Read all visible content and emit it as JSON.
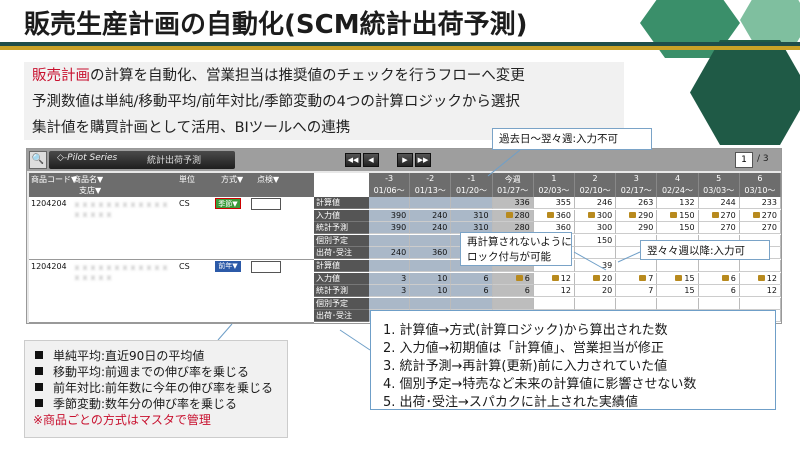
{
  "slide": {
    "title": "販売生産計画の自動化(SCM統計出荷予測)"
  },
  "intro": {
    "line1_red": "販売計画",
    "line1_rest": "の計算を自動化、営業担当は推奨値のチェックを行うフローへ変更",
    "line2": "予測数値は単純/移動平均/前年対比/季節変動の4つの計算ロジックから選択",
    "line3": "集計値を購買計画として活用、BIツールへの連携"
  },
  "colors": {
    "accent_red": "#c8102e",
    "stripe_dark": "#1f4e4a",
    "stripe_gold": "#c9a227",
    "hex_green": "#3a8f6a",
    "hex_dark": "#1f5a46",
    "callout_border": "#7aa3c7"
  },
  "app": {
    "brand": "◇-Pilot Series",
    "tab": "統計出荷予測",
    "page": "1",
    "page_total": "/ 3",
    "icons": {
      "search": "search-icon",
      "first": "first-page-icon",
      "prev": "prev-page-icon",
      "next": "next-page-icon",
      "last": "last-page-icon"
    },
    "headers": {
      "code": "商品コード▼",
      "name": "商品名▼",
      "branch": "支店▼",
      "unit": "単位",
      "method": "方式▼",
      "points": "点検▼"
    },
    "weeks": [
      {
        "offset": "-3",
        "date": "01/06〜"
      },
      {
        "offset": "-2",
        "date": "01/13〜"
      },
      {
        "offset": "-1",
        "date": "01/20〜"
      },
      {
        "offset": "今週",
        "date": "01/27〜"
      },
      {
        "offset": "1",
        "date": "02/03〜"
      },
      {
        "offset": "2",
        "date": "02/10〜"
      },
      {
        "offset": "3",
        "date": "02/17〜"
      },
      {
        "offset": "4",
        "date": "02/24〜"
      },
      {
        "offset": "5",
        "date": "03/03〜"
      },
      {
        "offset": "6",
        "date": "03/10〜"
      }
    ],
    "products": [
      {
        "code": "1204204",
        "name": "ｘｘｘｘｘｘｘｘｘｘｘｘ",
        "sub": "ｘｘｘｘｘ",
        "unit": "CS",
        "method": "季節▼",
        "rows": [
          {
            "label": "計算値",
            "values": [
              "",
              "",
              "",
              "336",
              "355",
              "246",
              "263",
              "132",
              "244",
              "233"
            ]
          },
          {
            "label": "入力値",
            "values": [
              "390",
              "240",
              "310",
              "280",
              "360",
              "300",
              "290",
              "150",
              "270",
              "270"
            ]
          },
          {
            "label": "統計予測",
            "values": [
              "390",
              "240",
              "310",
              "280",
              "360",
              "300",
              "290",
              "150",
              "270",
              "270"
            ]
          },
          {
            "label": "個別予定",
            "values": [
              "",
              "",
              "",
              "",
              "",
              "150",
              "",
              "",
              "",
              ""
            ]
          },
          {
            "label": "出荷･受注",
            "values": [
              "240",
              "360",
              "",
              "",
              "",
              "",
              "",
              "",
              "",
              ""
            ]
          }
        ]
      },
      {
        "code": "1204204",
        "name": "ｘｘｘｘｘｘｘｘｘｘｘｘ",
        "sub": "ｘｘｘｘｘ",
        "unit": "CS",
        "method": "前年▼",
        "rows": [
          {
            "label": "計算値",
            "values": [
              "",
              "",
              "",
              "",
              "",
              "39",
              "",
              "",
              "",
              ""
            ]
          },
          {
            "label": "入力値",
            "values": [
              "3",
              "10",
              "6",
              "6",
              "12",
              "20",
              "7",
              "15",
              "6",
              "12"
            ]
          },
          {
            "label": "統計予測",
            "values": [
              "3",
              "10",
              "6",
              "6",
              "12",
              "20",
              "7",
              "15",
              "6",
              "12"
            ]
          },
          {
            "label": "個別予定",
            "values": [
              "",
              "",
              "",
              "",
              "",
              "",
              "",
              "",
              "",
              ""
            ]
          },
          {
            "label": "出荷･受注",
            "values": [
              "",
              "",
              "",
              "",
              "",
              "",
              "",
              "",
              "",
              ""
            ]
          }
        ]
      }
    ]
  },
  "callouts": {
    "past": "過去日〜翌々週:入力不可",
    "lock_line1": "再計算されないように",
    "lock_line2": "ロック付与が可能",
    "future": "翌々々週以降:入力可"
  },
  "numbered": [
    "1. 計算値→方式(計算ロジック)から算出された数",
    "2. 入力値→初期値は「計算値」、営業担当が修正",
    "3. 統計予測→再計算(更新)前に入力されていた値",
    "4. 個別予定→特売など未来の計算値に影響させない数",
    "5. 出荷･受注→スパカクに計上された実績値"
  ],
  "legend": {
    "items": [
      "単純平均:直近90日の平均値",
      "移動平均:前週までの伸び率を乗じる",
      "前年対比:前年数に今年の伸び率を乗じる",
      "季節変動:数年分の伸び率を乗じる"
    ],
    "note": "※商品ごとの方式はマスタで管理"
  }
}
